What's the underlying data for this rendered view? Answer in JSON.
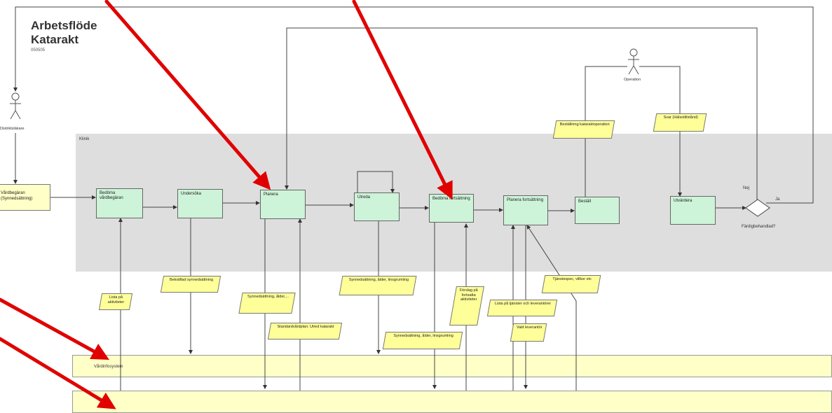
{
  "header": {
    "title_line1": "Arbetsflöde",
    "title_line2": "Katarakt",
    "date": "050505"
  },
  "lanes": {
    "clinic_label": "Klinik",
    "system_label": "Vårdinfosystem"
  },
  "actors": {
    "district_doctor": "Distriktsläkare",
    "operation": "Operation"
  },
  "process": {
    "assess_request": "Bedöma vårdbegäran",
    "examine": "Undersöka",
    "plan": "Planera",
    "investigate": "Utreda",
    "assess_continuation": "Bedöma fortsättning",
    "plan_continuation": "Planera fortsättning",
    "order": "Beställ",
    "evaluate": "Utvärdera"
  },
  "request": {
    "text": "Vårdbegäran (Synnedsättning)"
  },
  "decision": {
    "question": "Färdigbehandlad?",
    "no": "Nej",
    "yes": "Ja"
  },
  "notes": {
    "activity_list": "Lista på aktiviteter",
    "confirmed": "Bekräftad synnedsättning",
    "vision_age": "Synnedsättning, ålder,...",
    "care_plan": "Standardvårdplan: Utred katarakt",
    "vision_age_ingr1": "Synnedsättning, ålder, linsgrumling",
    "vision_age_ingr2": "Synnedsättning, ålder, linsgrumling",
    "proposal": "Förslag på fortsatta aktiviteter",
    "services_list": "Lista på tjänster och leverantörer",
    "chosen_supplier": "Vald leverantör",
    "service_spec": "Tjänstespec, villkor etc",
    "order_op": "Beställning kataraktoperation",
    "answer": "Svar (Hälsotillstånd)"
  },
  "colors": {
    "arrow_red": "#e00000",
    "process_fill": "#cdf3d8",
    "note_fill": "#ffff99",
    "clinic_lane": "#dedede",
    "system_lane": "#ffffc8"
  }
}
